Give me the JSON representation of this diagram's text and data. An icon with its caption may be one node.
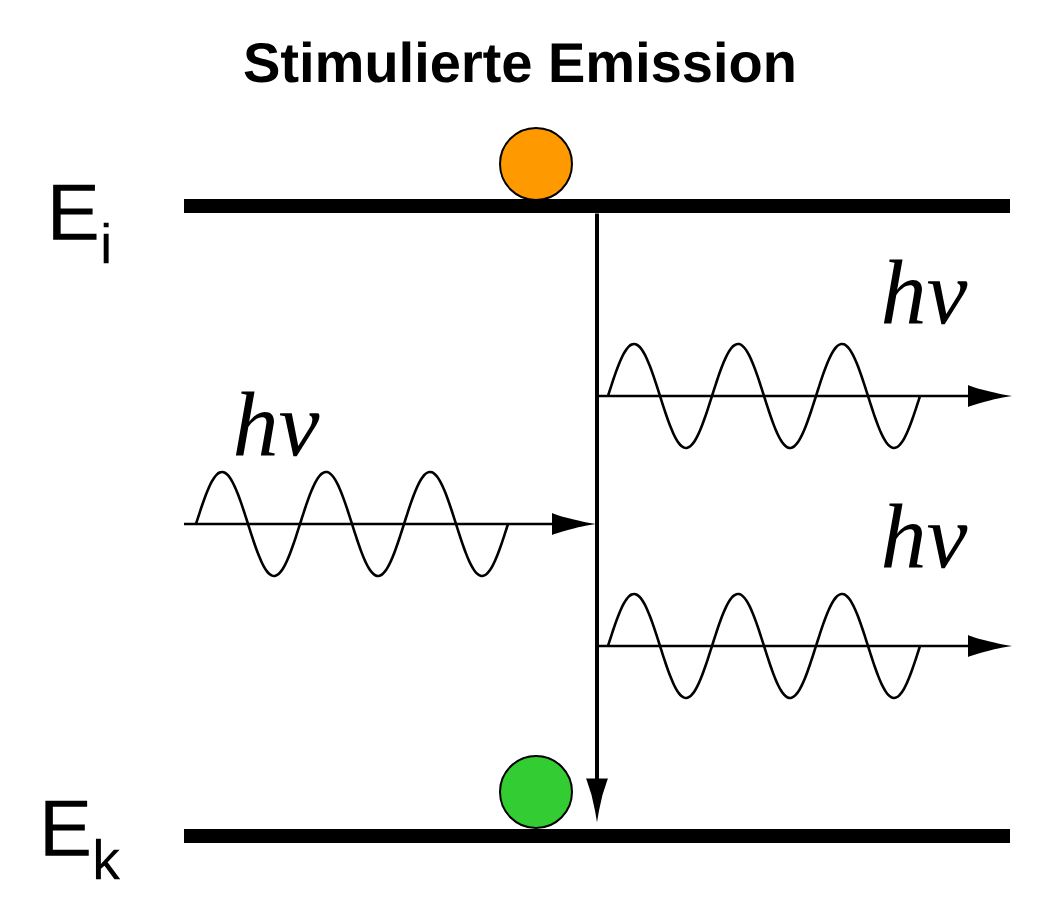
{
  "diagram": {
    "title": "Stimulierte Emission",
    "nodes": [
      {
        "text": [],
        "shape": "circle"
      },
      {
        "text": [],
        "shape": "bar",
        "beside": [
          "E$_{i}$"
        ]
      },
      {
        "text": [],
        "shape": "circle"
      },
      {
        "text": [],
        "shape": "bar",
        "beside": [
          "E$_{k}$"
        ]
      }
    ],
    "edges": [
      {
        "from": 1,
        "to": 3,
        "arrow": "to"
      }
    ],
    "labels": [
      "hν",
      "hν",
      "hν"
    ]
  }
}
